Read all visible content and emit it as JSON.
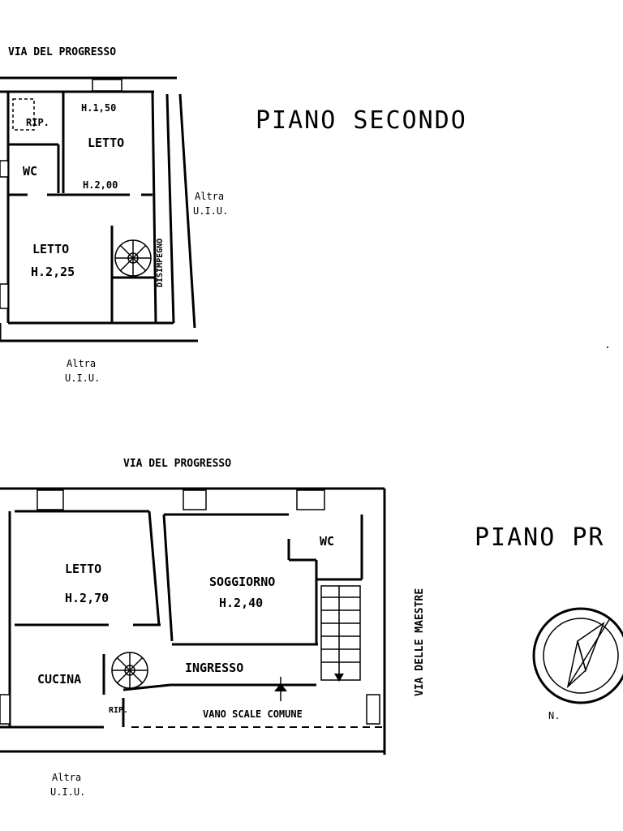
{
  "floor_titles": {
    "second": "PIANO SECONDO",
    "first_partial": "PIANO PR"
  },
  "streets": {
    "top_upper": "VIA DEL PROGRESSO",
    "top_lower": "VIA DEL PROGRESSO",
    "side_lower": "VIA DELLE MAESTRE"
  },
  "second_floor": {
    "rip": "RIP.",
    "letto_small": "LETTO",
    "letto_small_h_top": "H.1,50",
    "letto_small_h_bottom": "H.2,00",
    "wc": "WC",
    "letto_large": "LETTO",
    "letto_large_h": "H.2,25",
    "disimpegno": "DISIMPEGNO",
    "altra_side_1": "Altra",
    "altra_side_2": "U.I.U.",
    "altra_bottom_1": "Altra",
    "altra_bottom_2": "U.I.U."
  },
  "first_floor": {
    "letto": "LETTO",
    "letto_h": "H.2,70",
    "soggiorno": "SOGGIORNO",
    "soggiorno_h": "H.2,40",
    "wc": "WC",
    "ingresso": "INGRESSO",
    "cucina": "CUCINA",
    "rip": "RIP.",
    "vano_scale": "VANO SCALE COMUNE",
    "altra_bottom_1": "Altra",
    "altra_bottom_2": "U.I.U."
  },
  "north_label": "N."
}
